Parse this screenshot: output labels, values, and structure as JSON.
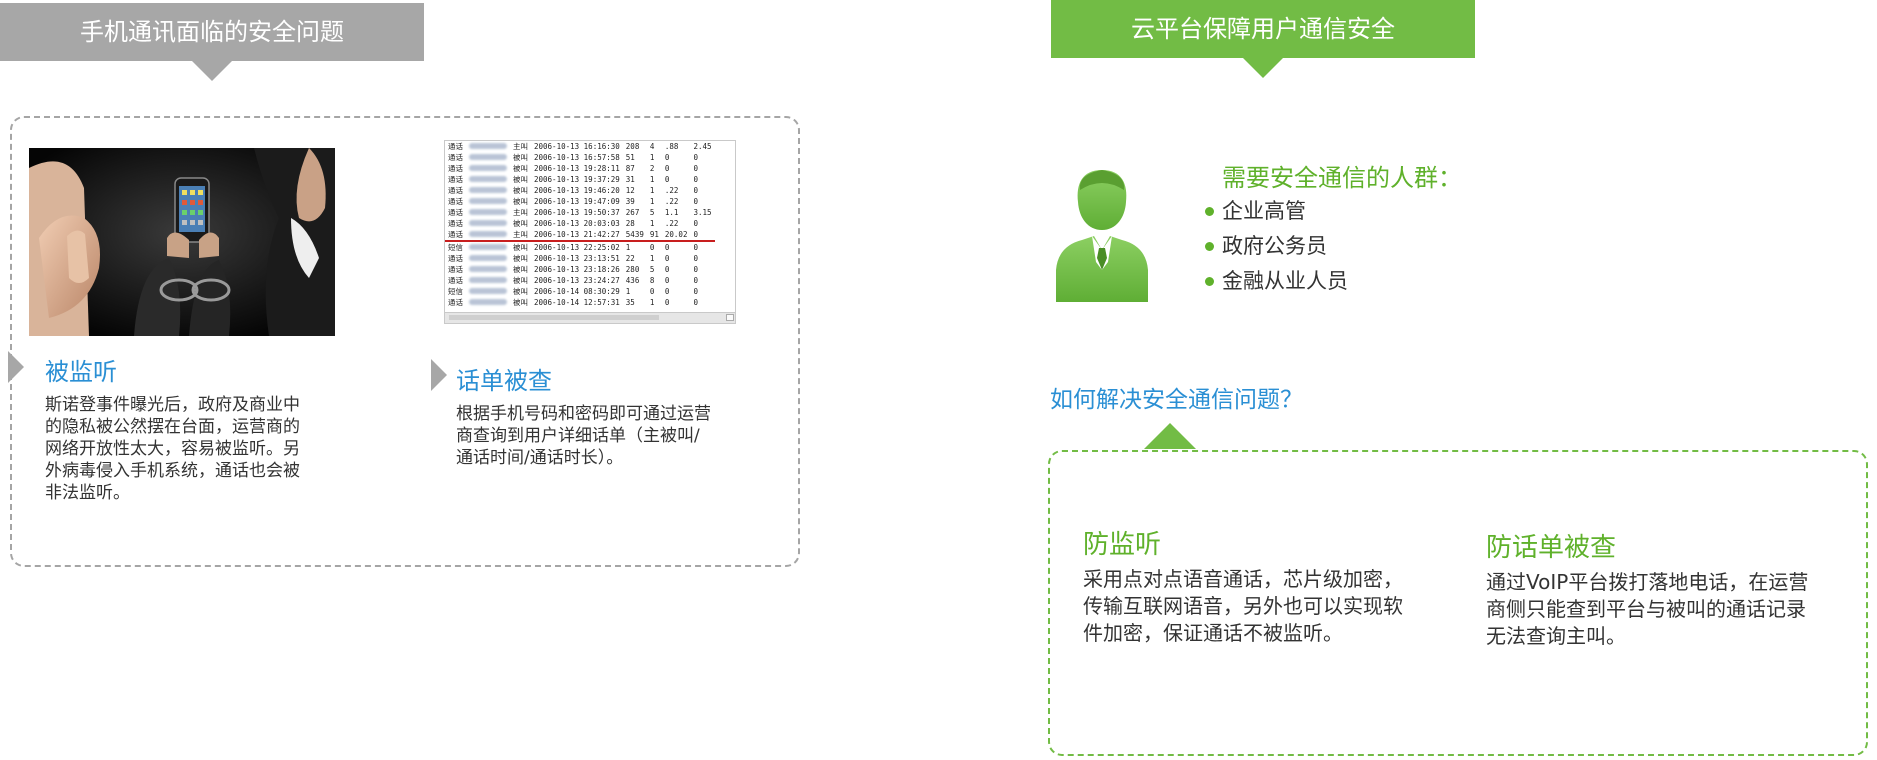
{
  "left": {
    "banner": "手机通讯面临的安全问题",
    "items": [
      {
        "title": "被监听",
        "lines": [
          "斯诺登事件曝光后，政府及商业中",
          "的隐私被公然摆在台面，运营商的",
          "网络开放性太大，容易被监听。另",
          "外病毒侵入手机系统，通话也会被",
          "非法监听。"
        ]
      },
      {
        "title": "话单被查",
        "lines": [
          "根据手机号码和密码即可通过运营",
          "商查询到用户详细话单（主被叫/",
          "通话时间/通话时长）。"
        ]
      }
    ],
    "call_log": [
      [
        "通话",
        "主叫",
        "2006-10-13 16:16:30",
        "208",
        "4",
        ".88",
        "2.45"
      ],
      [
        "通话",
        "被叫",
        "2006-10-13 16:57:58",
        "51",
        "1",
        "0",
        "0"
      ],
      [
        "通话",
        "被叫",
        "2006-10-13 19:28:11",
        "87",
        "2",
        "0",
        "0"
      ],
      [
        "通话",
        "被叫",
        "2006-10-13 19:37:29",
        "31",
        "1",
        "0",
        "0"
      ],
      [
        "通话",
        "被叫",
        "2006-10-13 19:46:20",
        "12",
        "1",
        ".22",
        "0"
      ],
      [
        "通话",
        "被叫",
        "2006-10-13 19:47:09",
        "39",
        "1",
        ".22",
        "0"
      ],
      [
        "通话",
        "主叫",
        "2006-10-13 19:50:37",
        "267",
        "5",
        "1.1",
        "3.15"
      ],
      [
        "通话",
        "被叫",
        "2006-10-13 20:03:03",
        "28",
        "1",
        ".22",
        "0"
      ],
      [
        "通话",
        "主叫",
        "2006-10-13 21:42:27",
        "5439",
        "91",
        "20.02",
        "0"
      ],
      [
        "短信",
        "被叫",
        "2006-10-13 22:25:02",
        "1",
        "0",
        "0",
        "0"
      ],
      [
        "通话",
        "被叫",
        "2006-10-13 23:13:51",
        "22",
        "1",
        "0",
        "0"
      ],
      [
        "通话",
        "被叫",
        "2006-10-13 23:18:26",
        "280",
        "5",
        "0",
        "0"
      ],
      [
        "通话",
        "被叫",
        "2006-10-13 23:24:27",
        "436",
        "8",
        "0",
        "0"
      ],
      [
        "短信",
        "被叫",
        "2006-10-14 08:30:29",
        "1",
        "0",
        "0",
        "0"
      ],
      [
        "通话",
        "被叫",
        "2006-10-14 12:57:31",
        "35",
        "1",
        "0",
        "0"
      ]
    ]
  },
  "right": {
    "banner": "云平台保障用户通信安全",
    "audience_title": "需要安全通信的人群：",
    "audience": [
      "企业高管",
      "政府公务员",
      "金融从业人员"
    ],
    "question": "如何解决安全通信问题？",
    "solutions": [
      {
        "title": "防监听",
        "lines": [
          "采用点对点语音通话，芯片级加密，",
          "传输互联网语音，另外也可以实现软",
          "件加密，保证通话不被监听。"
        ]
      },
      {
        "title": "防话单被查",
        "lines": [
          "通过VoIP平台拨打落地电话，在运营",
          "商侧只能查到平台与被叫的通话记录",
          "无法查询主叫。"
        ]
      }
    ]
  },
  "colors": {
    "gray": "#a7a7a7",
    "green": "#72bc45",
    "green_text": "#5fb12b",
    "blue_text": "#2a8fd4",
    "log_highlight": "#c81e1e"
  }
}
